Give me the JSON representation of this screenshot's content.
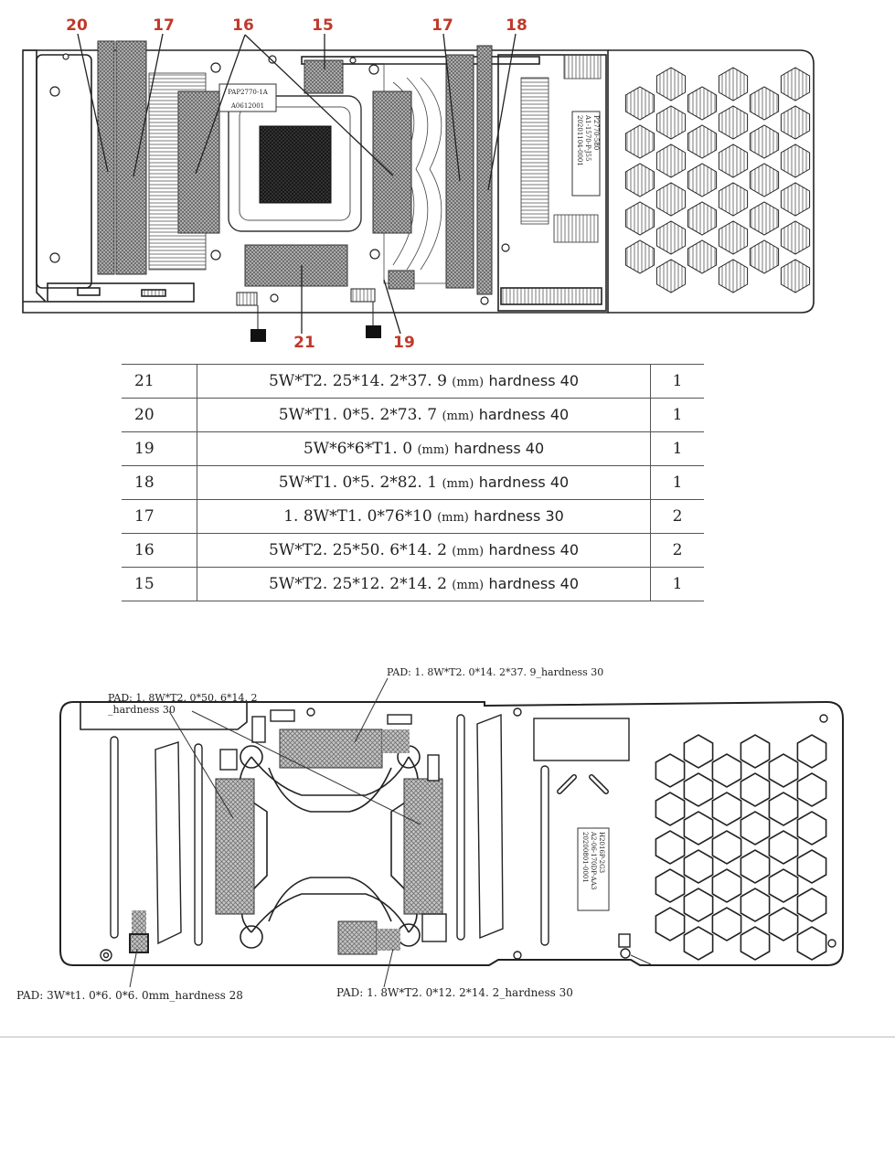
{
  "top_callouts": [
    {
      "id": "c20",
      "label": "20"
    },
    {
      "id": "c17a",
      "label": "17"
    },
    {
      "id": "c16",
      "label": "16"
    },
    {
      "id": "c15",
      "label": "15"
    },
    {
      "id": "c17b",
      "label": "17"
    },
    {
      "id": "c18",
      "label": "18"
    },
    {
      "id": "c21",
      "label": "21"
    },
    {
      "id": "c19",
      "label": "19"
    }
  ],
  "top_part_labels": {
    "left_label_line1": "PAP2770-1A",
    "left_label_line2": "A0612001",
    "right_label_line1": "P2770-580",
    "right_label_line2": "A1-1570-P-J55",
    "right_label_line3": "20201104-0001"
  },
  "table": {
    "rows": [
      {
        "no": "21",
        "spec": "5W*T2. 25*14. 2*37. 9",
        "unit": "(mm)",
        "hardness": "hardness 40",
        "qty": "1"
      },
      {
        "no": "20",
        "spec": "5W*T1. 0*5. 2*73. 7",
        "unit": "(mm)",
        "hardness": "hardness 40",
        "qty": "1"
      },
      {
        "no": "19",
        "spec": "5W*6*6*T1. 0",
        "unit": "(mm)",
        "hardness": "hardness 40",
        "qty": "1"
      },
      {
        "no": "18",
        "spec": "5W*T1. 0*5. 2*82. 1",
        "unit": "(mm)",
        "hardness": "hardness 40",
        "qty": "1"
      },
      {
        "no": "17",
        "spec": "1. 8W*T1. 0*76*10",
        "unit": "(mm)",
        "hardness": "hardness 30",
        "qty": "2"
      },
      {
        "no": "16",
        "spec": "5W*T2. 25*50. 6*14. 2",
        "unit": "(mm)",
        "hardness": "hardness 40",
        "qty": "2"
      },
      {
        "no": "15",
        "spec": "5W*T2. 25*12. 2*14. 2",
        "unit": "(mm)",
        "hardness": "hardness 40",
        "qty": "1"
      }
    ]
  },
  "bottom_annotations": {
    "pad_top": "PAD: 1. 8W*T2. 0*14. 2*37. 9_hardness 30",
    "pad_left_line1": "PAD: 1. 8W*T2. 0*50. 6*14. 2",
    "pad_left_line2": "_hardness 30",
    "pad_bottom_left": "PAD: 3W*t1. 0*6. 0*6. 0mm_hardness 28",
    "pad_bottom_center": "PAD: 1. 8W*T2. 0*12. 2*14. 2_hardness 30",
    "label_line1": "H2016P-2G3",
    "label_line2": "A2-06-170DP-AA3",
    "label_line3": "20200801-0001"
  },
  "colors": {
    "callout_red": "#c0392b",
    "line": "#222222",
    "pad_fill": "#888888"
  }
}
